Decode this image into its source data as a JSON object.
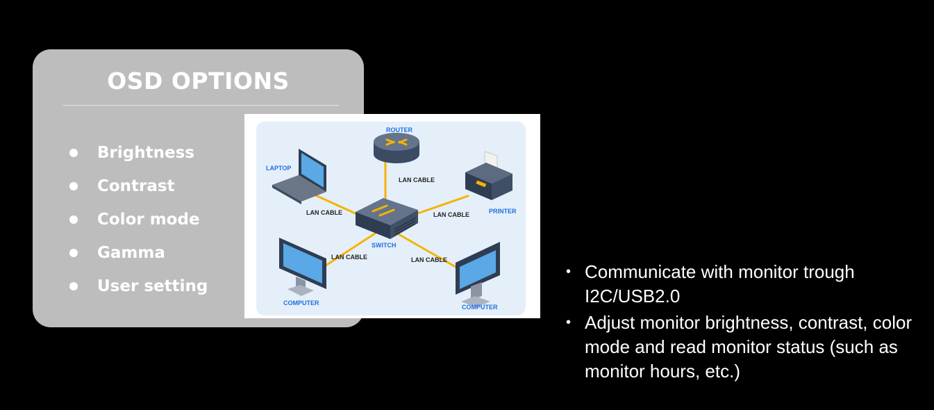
{
  "osd": {
    "title": "OSD OPTIONS",
    "items": [
      "Brightness",
      "Contrast",
      "Color mode",
      "Gamma",
      "User setting"
    ]
  },
  "diagram": {
    "nodes": {
      "router": "ROUTER",
      "laptop": "LAPTOP",
      "printer": "PRINTER",
      "switch": "SWITCH",
      "computer_left": "COMPUTER",
      "computer_right": "COMPUTER"
    },
    "cable_label": "LAN CABLE",
    "colors": {
      "cable": "#f5b400",
      "label_blue": "#1f6fe0",
      "label_dark": "#222222",
      "background": "#e4eff9"
    }
  },
  "notes": [
    "Communicate with monitor trough I2C/USB2.0",
    "Adjust monitor brightness, contrast, color mode and read monitor status (such as monitor hours, etc.)"
  ]
}
